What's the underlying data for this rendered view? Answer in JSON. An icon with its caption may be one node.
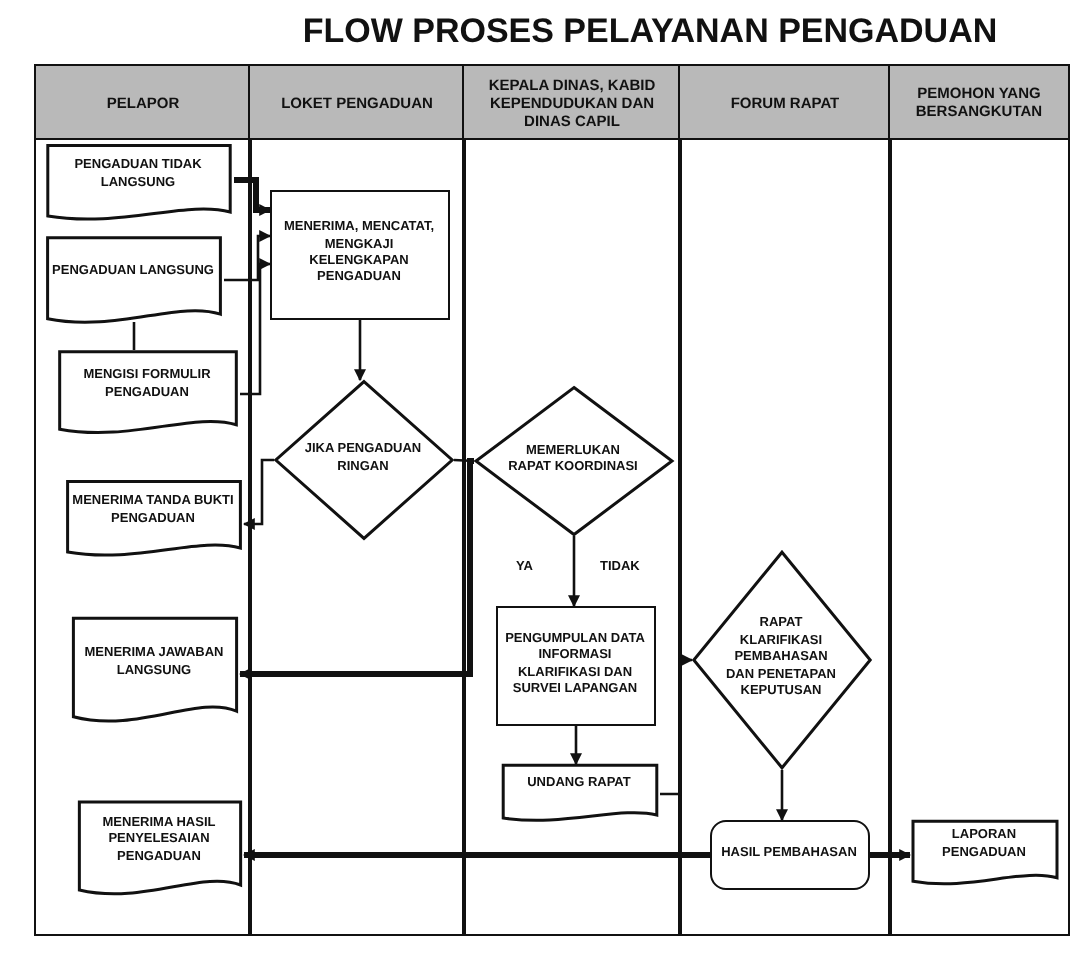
{
  "diagram": {
    "title": "FLOW PROSES PELAYANAN PENGADUAN",
    "nodes": [
      {
        "text": [
          "PELAPOR"
        ]
      },
      {
        "text": [
          "LOKET PENGADUAN"
        ]
      },
      {
        "text": [
          "KEPALA DINAS, KABID KEPENDUDUKAN DAN DINAS CAPIL"
        ]
      },
      {
        "text": [
          "FORUM RAPAT"
        ]
      },
      {
        "text": [
          "PEMOHON YANG BERSANGKUTAN"
        ]
      },
      {
        "text": [
          "PENGADUAN TIDAK LANGSUNG"
        ],
        "in": 0
      },
      {
        "text": [
          "PENGADUAN LANGSUNG"
        ],
        "in": 0
      },
      {
        "text": [
          "MENGISI FORMULIR PENGADUAN"
        ],
        "in": 0
      },
      {
        "text": [
          "MENERIMA TANDA BUKTI PENGADUAN"
        ],
        "in": 0
      },
      {
        "text": [
          "MENERIMA JAWABAN LANGSUNG"
        ],
        "in": 0
      },
      {
        "text": [
          "MENERIMA HASIL PENYELESAIAN PENGADUAN"
        ],
        "in": 0
      },
      {
        "text": [
          "MENERIMA, MENCATAT, MENGKAJI KELENGKAPAN PENGADUAN"
        ],
        "in": 1
      },
      {
        "text": [
          "JIKA PENGADUAN RINGAN"
        ],
        "in": 1
      },
      {
        "text": [
          "MEMERLUKAN RAPAT KOORDINASI"
        ],
        "in": 2
      },
      {
        "text": [
          "PENGUMPULAN DATA INFORMASI KLARIFIKASI DAN SURVEI LAPANGAN"
        ],
        "in": 2
      },
      {
        "text": [
          "UNDANG RAPAT"
        ],
        "in": 2
      },
      {
        "text": [
          "RAPAT KLARIFIKASI PEMBAHASAN DAN PENETAPAN KEPUTUSAN"
        ],
        "in": 3
      },
      {
        "text": [
          "HASIL PEMBAHASAN"
        ],
        "in": 3
      },
      {
        "text": [
          "LAPORAN PENGADUAN"
        ],
        "in": 4
      }
    ],
    "edges": [
      {
        "from": 5,
        "to": 11,
        "arrow": "to",
        "style": "thick"
      },
      {
        "from": 6,
        "to": 11,
        "arrow": "to"
      },
      {
        "from": 6,
        "to": 7,
        "arrow": "none"
      },
      {
        "from": 7,
        "to": 11,
        "arrow": "to"
      },
      {
        "from": 11,
        "to": 12,
        "arrow": "to"
      },
      {
        "from": 12,
        "to": 8,
        "arrow": "to"
      },
      {
        "from": 12,
        "to": 13,
        "arrow": "none"
      },
      {
        "from": 13,
        "to": 14,
        "arrow": "to"
      },
      {
        "from": 13,
        "to": 9,
        "arrow": "to",
        "style": "thick"
      },
      {
        "from": 14,
        "to": 15,
        "arrow": "to"
      },
      {
        "from": 15,
        "to": 16,
        "arrow": "to"
      },
      {
        "from": 16,
        "to": 17,
        "arrow": "to"
      },
      {
        "from": 17,
        "to": 10,
        "arrow": "to",
        "style": "thick"
      },
      {
        "from": 17,
        "to": 18,
        "arrow": "to",
        "style": "thick"
      }
    ],
    "labels": [
      "YA",
      "TIDAK"
    ]
  }
}
